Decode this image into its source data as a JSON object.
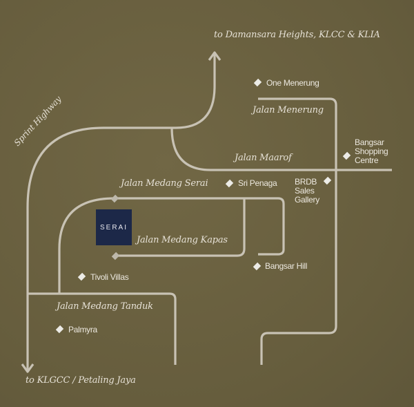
{
  "destinations": {
    "north": "to Damansara Heights, KLCC & KLIA",
    "south": "to KLGCC / Petaling Jaya"
  },
  "roads": {
    "sprint_highway": "Sprint Highway",
    "jalan_menerung": "Jalan Menerung",
    "jalan_maarof": "Jalan Maarof",
    "jalan_medang_serai": "Jalan Medang Serai",
    "jalan_medang_kapas": "Jalan Medang Kapas",
    "jalan_medang_tanduk": "Jalan Medang Tanduk"
  },
  "landmarks": {
    "one_menerung": "One Menerung",
    "bangsar_shopping_centre": [
      "Bangsar",
      "Shopping",
      "Centre"
    ],
    "sri_penaga": "Sri Penaga",
    "brdb_sales_gallery": [
      "BRDB",
      "Sales",
      "Gallery"
    ],
    "bangsar_hill": "Bangsar Hill",
    "tivoli_villas": "Tivoli Villas",
    "palmyra": "Palmyra"
  },
  "project_logo": "SERAI",
  "colors": {
    "background": "#6a6141",
    "road": "#c8c2b4",
    "logo_bg": "#1c2848"
  }
}
